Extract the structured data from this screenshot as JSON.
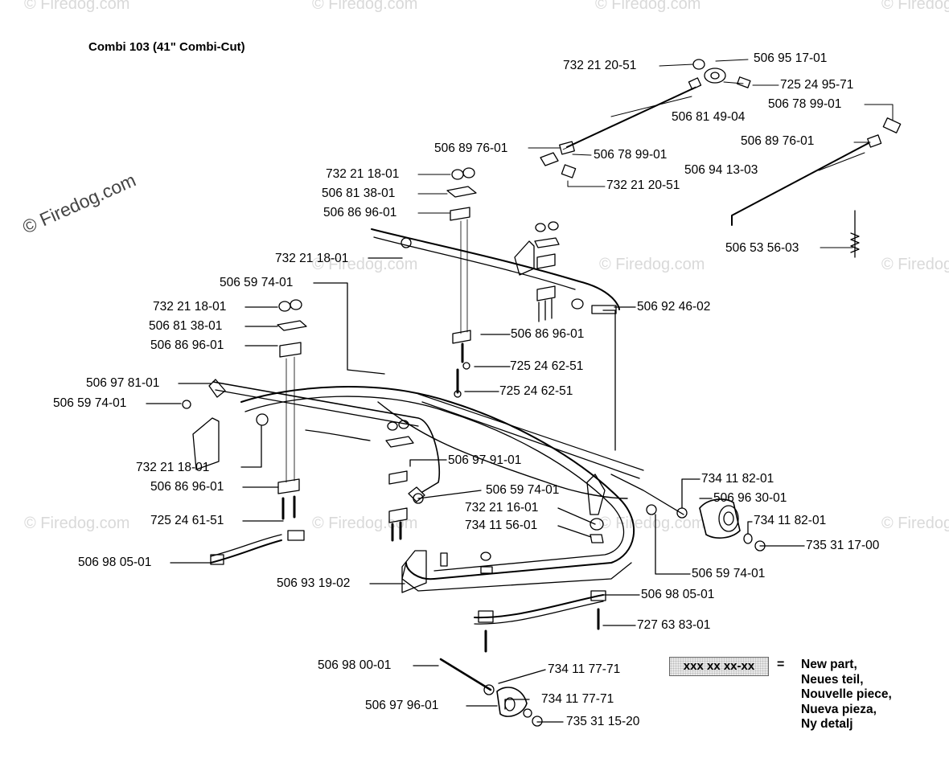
{
  "title": "Combi 103 (41\" Combi-Cut)",
  "watermark": {
    "brand_small": "© Firedog.com",
    "brand_large": "© Firedog.com"
  },
  "parts": [
    "732 21 20-51",
    "506 95 17-01",
    "725 24 95-71",
    "506 78 99-01",
    "506 81 49-04",
    "506 89 76-01",
    "506 78 99-01",
    "506 94 13-03",
    "732 21 20-51",
    "506 89 76-01",
    "732 21 18-01",
    "506 81 38-01",
    "506 86 96-01",
    "506 53 56-03",
    "732 21 18-01",
    "506 59 74-01",
    "506 92 46-02",
    "732 21 18-01",
    "506 81 38-01",
    "506 86 96-01",
    "506 86 96-01",
    "725 24 62-51",
    "725 24 62-51",
    "506 97 81-01",
    "506 59 74-01",
    "506 97 91-01",
    "734 11 82-01",
    "732 21 18-01",
    "506 96 30-01",
    "506 86 96-01",
    "506 59 74-01",
    "732 21 16-01",
    "734 11 82-01",
    "725 24 61-51",
    "734 11 56-01",
    "735 31 17-00",
    "506 98 05-01",
    "506 59 74-01",
    "506 93 19-02",
    "506 98 05-01",
    "727 63 83-01",
    "506 98 00-01",
    "734 11 77-71",
    "734 11 77-71",
    "506 97 96-01",
    "735 31 15-20"
  ],
  "legend": {
    "code": "xxx xx xx-xx",
    "equals": "=",
    "lines": [
      "New part,",
      "Neues teil,",
      "Nouvelle piece,",
      "Nueva pieza,",
      "Ny detalj"
    ]
  }
}
